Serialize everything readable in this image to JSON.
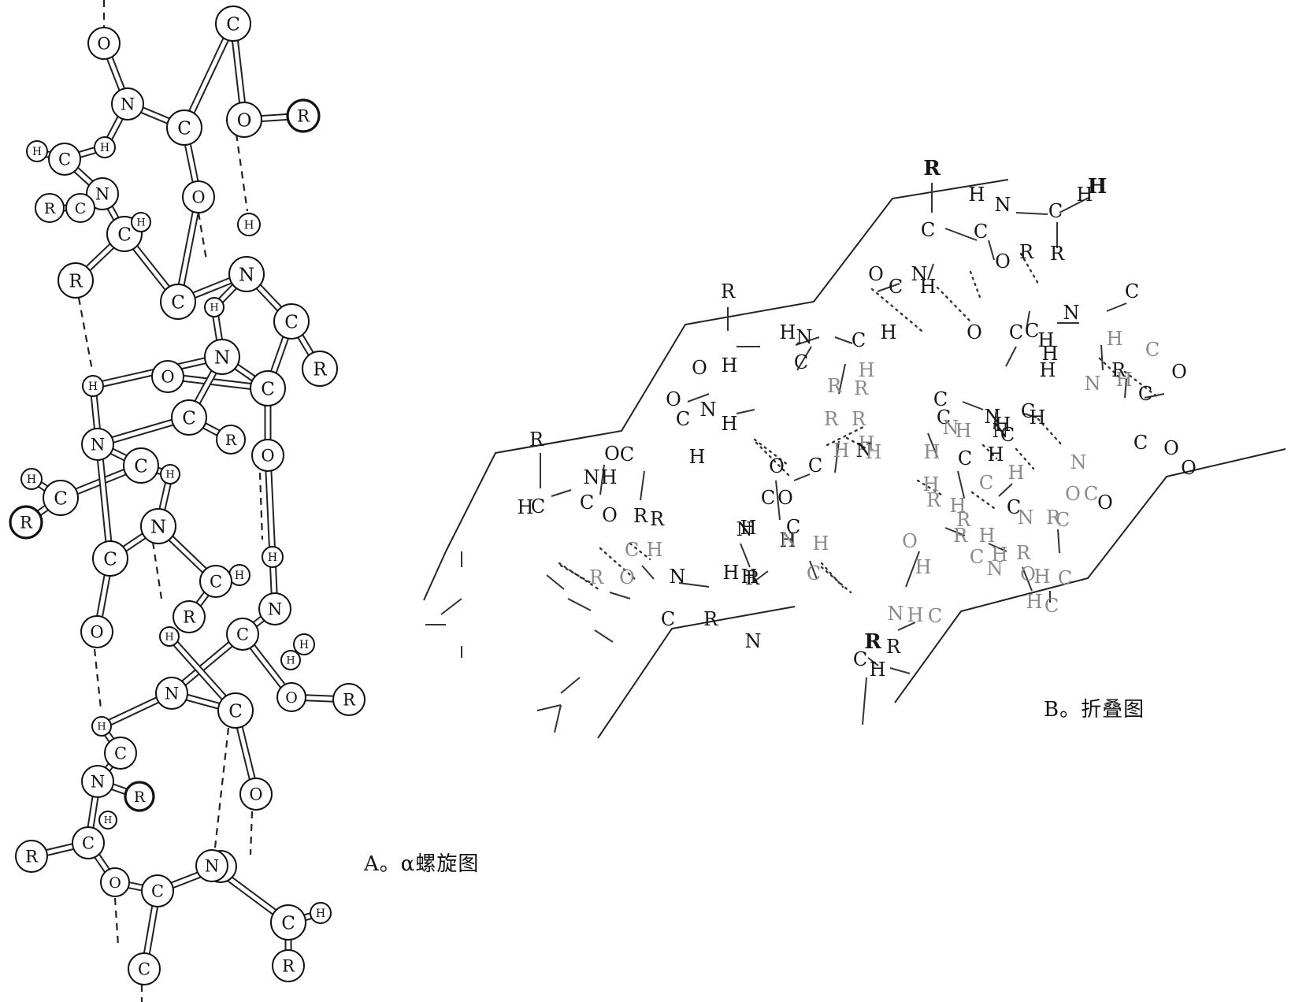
{
  "panels": {
    "alpha_helix": {
      "caption": "A。α螺旋图"
    },
    "pleated_sheet": {
      "caption": "B。折叠图"
    }
  },
  "atoms": {
    "helix": [
      {
        "el": "O"
      },
      {
        "el": "C"
      },
      {
        "el": "N"
      },
      {
        "el": "C"
      },
      {
        "el": "O"
      },
      {
        "el": "R"
      },
      {
        "el": "H"
      },
      {
        "el": "C"
      },
      {
        "el": "H"
      },
      {
        "el": "N"
      },
      {
        "el": "R"
      },
      {
        "el": "C"
      },
      {
        "el": "O"
      },
      {
        "el": "H"
      },
      {
        "el": "C"
      },
      {
        "el": "R"
      },
      {
        "el": "H"
      },
      {
        "el": "N"
      },
      {
        "el": "C"
      },
      {
        "el": "C"
      },
      {
        "el": "R"
      },
      {
        "el": "H"
      },
      {
        "el": "N"
      },
      {
        "el": "O"
      },
      {
        "el": "C"
      },
      {
        "el": "C"
      },
      {
        "el": "H"
      },
      {
        "el": "R"
      },
      {
        "el": "N"
      },
      {
        "el": "C"
      },
      {
        "el": "H"
      },
      {
        "el": "O"
      },
      {
        "el": "H"
      },
      {
        "el": "C"
      },
      {
        "el": "R"
      },
      {
        "el": "N"
      },
      {
        "el": "C"
      },
      {
        "el": "H"
      },
      {
        "el": "H"
      },
      {
        "el": "C"
      },
      {
        "el": "R"
      },
      {
        "el": "O"
      },
      {
        "el": "C"
      },
      {
        "el": "H"
      },
      {
        "el": "N"
      },
      {
        "el": "H"
      },
      {
        "el": "N"
      },
      {
        "el": "C"
      },
      {
        "el": "H"
      },
      {
        "el": "O"
      },
      {
        "el": "R"
      },
      {
        "el": "H"
      },
      {
        "el": "C"
      },
      {
        "el": "N"
      },
      {
        "el": "R"
      },
      {
        "el": "O"
      },
      {
        "el": "R"
      },
      {
        "el": "C"
      },
      {
        "el": "H"
      },
      {
        "el": "C"
      },
      {
        "el": "O"
      },
      {
        "el": "C"
      },
      {
        "el": "N"
      },
      {
        "el": "C"
      },
      {
        "el": "H"
      },
      {
        "el": "R"
      },
      {
        "el": "C"
      }
    ],
    "sheet": [
      {
        "t": "R"
      },
      {
        "t": "H"
      },
      {
        "t": "N"
      },
      {
        "t": "C"
      },
      {
        "t": "H"
      },
      {
        "t": "H"
      },
      {
        "t": "C"
      },
      {
        "t": "C"
      },
      {
        "t": "O"
      },
      {
        "t": "R"
      },
      {
        "t": "R"
      },
      {
        "t": "O"
      },
      {
        "t": "C"
      },
      {
        "t": "N"
      },
      {
        "t": "H"
      },
      {
        "t": "R"
      },
      {
        "t": "H"
      },
      {
        "t": "N"
      },
      {
        "t": "C"
      },
      {
        "t": "H"
      },
      {
        "t": "O"
      },
      {
        "t": "C"
      },
      {
        "t": "H"
      },
      {
        "t": "C"
      },
      {
        "t": "H"
      },
      {
        "t": "N"
      },
      {
        "t": "C"
      },
      {
        "t": "O"
      },
      {
        "t": "H"
      },
      {
        "t": "C"
      },
      {
        "t": "H"
      },
      {
        "t": "H"
      },
      {
        "t": "C"
      },
      {
        "t": "R"
      },
      {
        "t": "R"
      },
      {
        "t": "H"
      },
      {
        "t": "N"
      },
      {
        "t": "C"
      },
      {
        "t": "O"
      },
      {
        "t": "R"
      },
      {
        "t": "H"
      },
      {
        "t": "C"
      },
      {
        "t": "C"
      },
      {
        "t": "N"
      },
      {
        "t": "H"
      },
      {
        "t": "C"
      },
      {
        "t": "R"
      },
      {
        "t": "R"
      },
      {
        "t": "O"
      },
      {
        "t": "C"
      },
      {
        "t": "N"
      },
      {
        "t": "H"
      },
      {
        "t": "H"
      },
      {
        "t": "N"
      },
      {
        "t": "C"
      },
      {
        "t": "H"
      },
      {
        "t": "R"
      },
      {
        "t": "O"
      },
      {
        "t": "C"
      },
      {
        "t": "H"
      },
      {
        "t": "H"
      },
      {
        "t": "N"
      },
      {
        "t": "H"
      },
      {
        "t": "C"
      },
      {
        "t": "H"
      },
      {
        "t": "R"
      },
      {
        "t": "R"
      },
      {
        "t": "O"
      },
      {
        "t": "C"
      },
      {
        "t": "H"
      },
      {
        "t": "C"
      },
      {
        "t": "N"
      },
      {
        "t": "H"
      },
      {
        "t": "H"
      },
      {
        "t": "O"
      },
      {
        "t": "C"
      },
      {
        "t": "O"
      },
      {
        "t": "C"
      },
      {
        "t": "N"
      },
      {
        "t": "H"
      },
      {
        "t": "R"
      },
      {
        "t": "H"
      },
      {
        "t": "C"
      },
      {
        "t": "H"
      },
      {
        "t": "N"
      },
      {
        "t": "O"
      },
      {
        "t": "R"
      },
      {
        "t": "H"
      },
      {
        "t": "C"
      },
      {
        "t": "C"
      },
      {
        "t": "O"
      },
      {
        "t": "R"
      },
      {
        "t": "R"
      },
      {
        "t": "H"
      },
      {
        "t": "N"
      },
      {
        "t": "C"
      },
      {
        "t": "O"
      },
      {
        "t": "H"
      },
      {
        "t": "N"
      },
      {
        "t": "C"
      },
      {
        "t": "H"
      },
      {
        "t": "R"
      },
      {
        "t": "O"
      },
      {
        "t": "C"
      },
      {
        "t": "N"
      },
      {
        "t": "H"
      },
      {
        "t": "C"
      },
      {
        "t": "H"
      },
      {
        "t": "O"
      },
      {
        "t": "C"
      },
      {
        "t": "N"
      },
      {
        "t": "H"
      },
      {
        "t": "R"
      },
      {
        "t": "C"
      },
      {
        "t": "O"
      },
      {
        "t": "H"
      },
      {
        "t": "C"
      },
      {
        "t": "H"
      },
      {
        "t": "N"
      },
      {
        "t": "H"
      },
      {
        "t": "C"
      },
      {
        "t": "R"
      },
      {
        "t": "O"
      },
      {
        "t": "C"
      },
      {
        "t": "H"
      },
      {
        "t": "N"
      },
      {
        "t": "C"
      },
      {
        "t": "H"
      },
      {
        "t": "R"
      },
      {
        "t": "H"
      },
      {
        "t": "N"
      },
      {
        "t": "C"
      },
      {
        "t": "H"
      },
      {
        "t": "R"
      },
      {
        "t": "R"
      }
    ]
  }
}
